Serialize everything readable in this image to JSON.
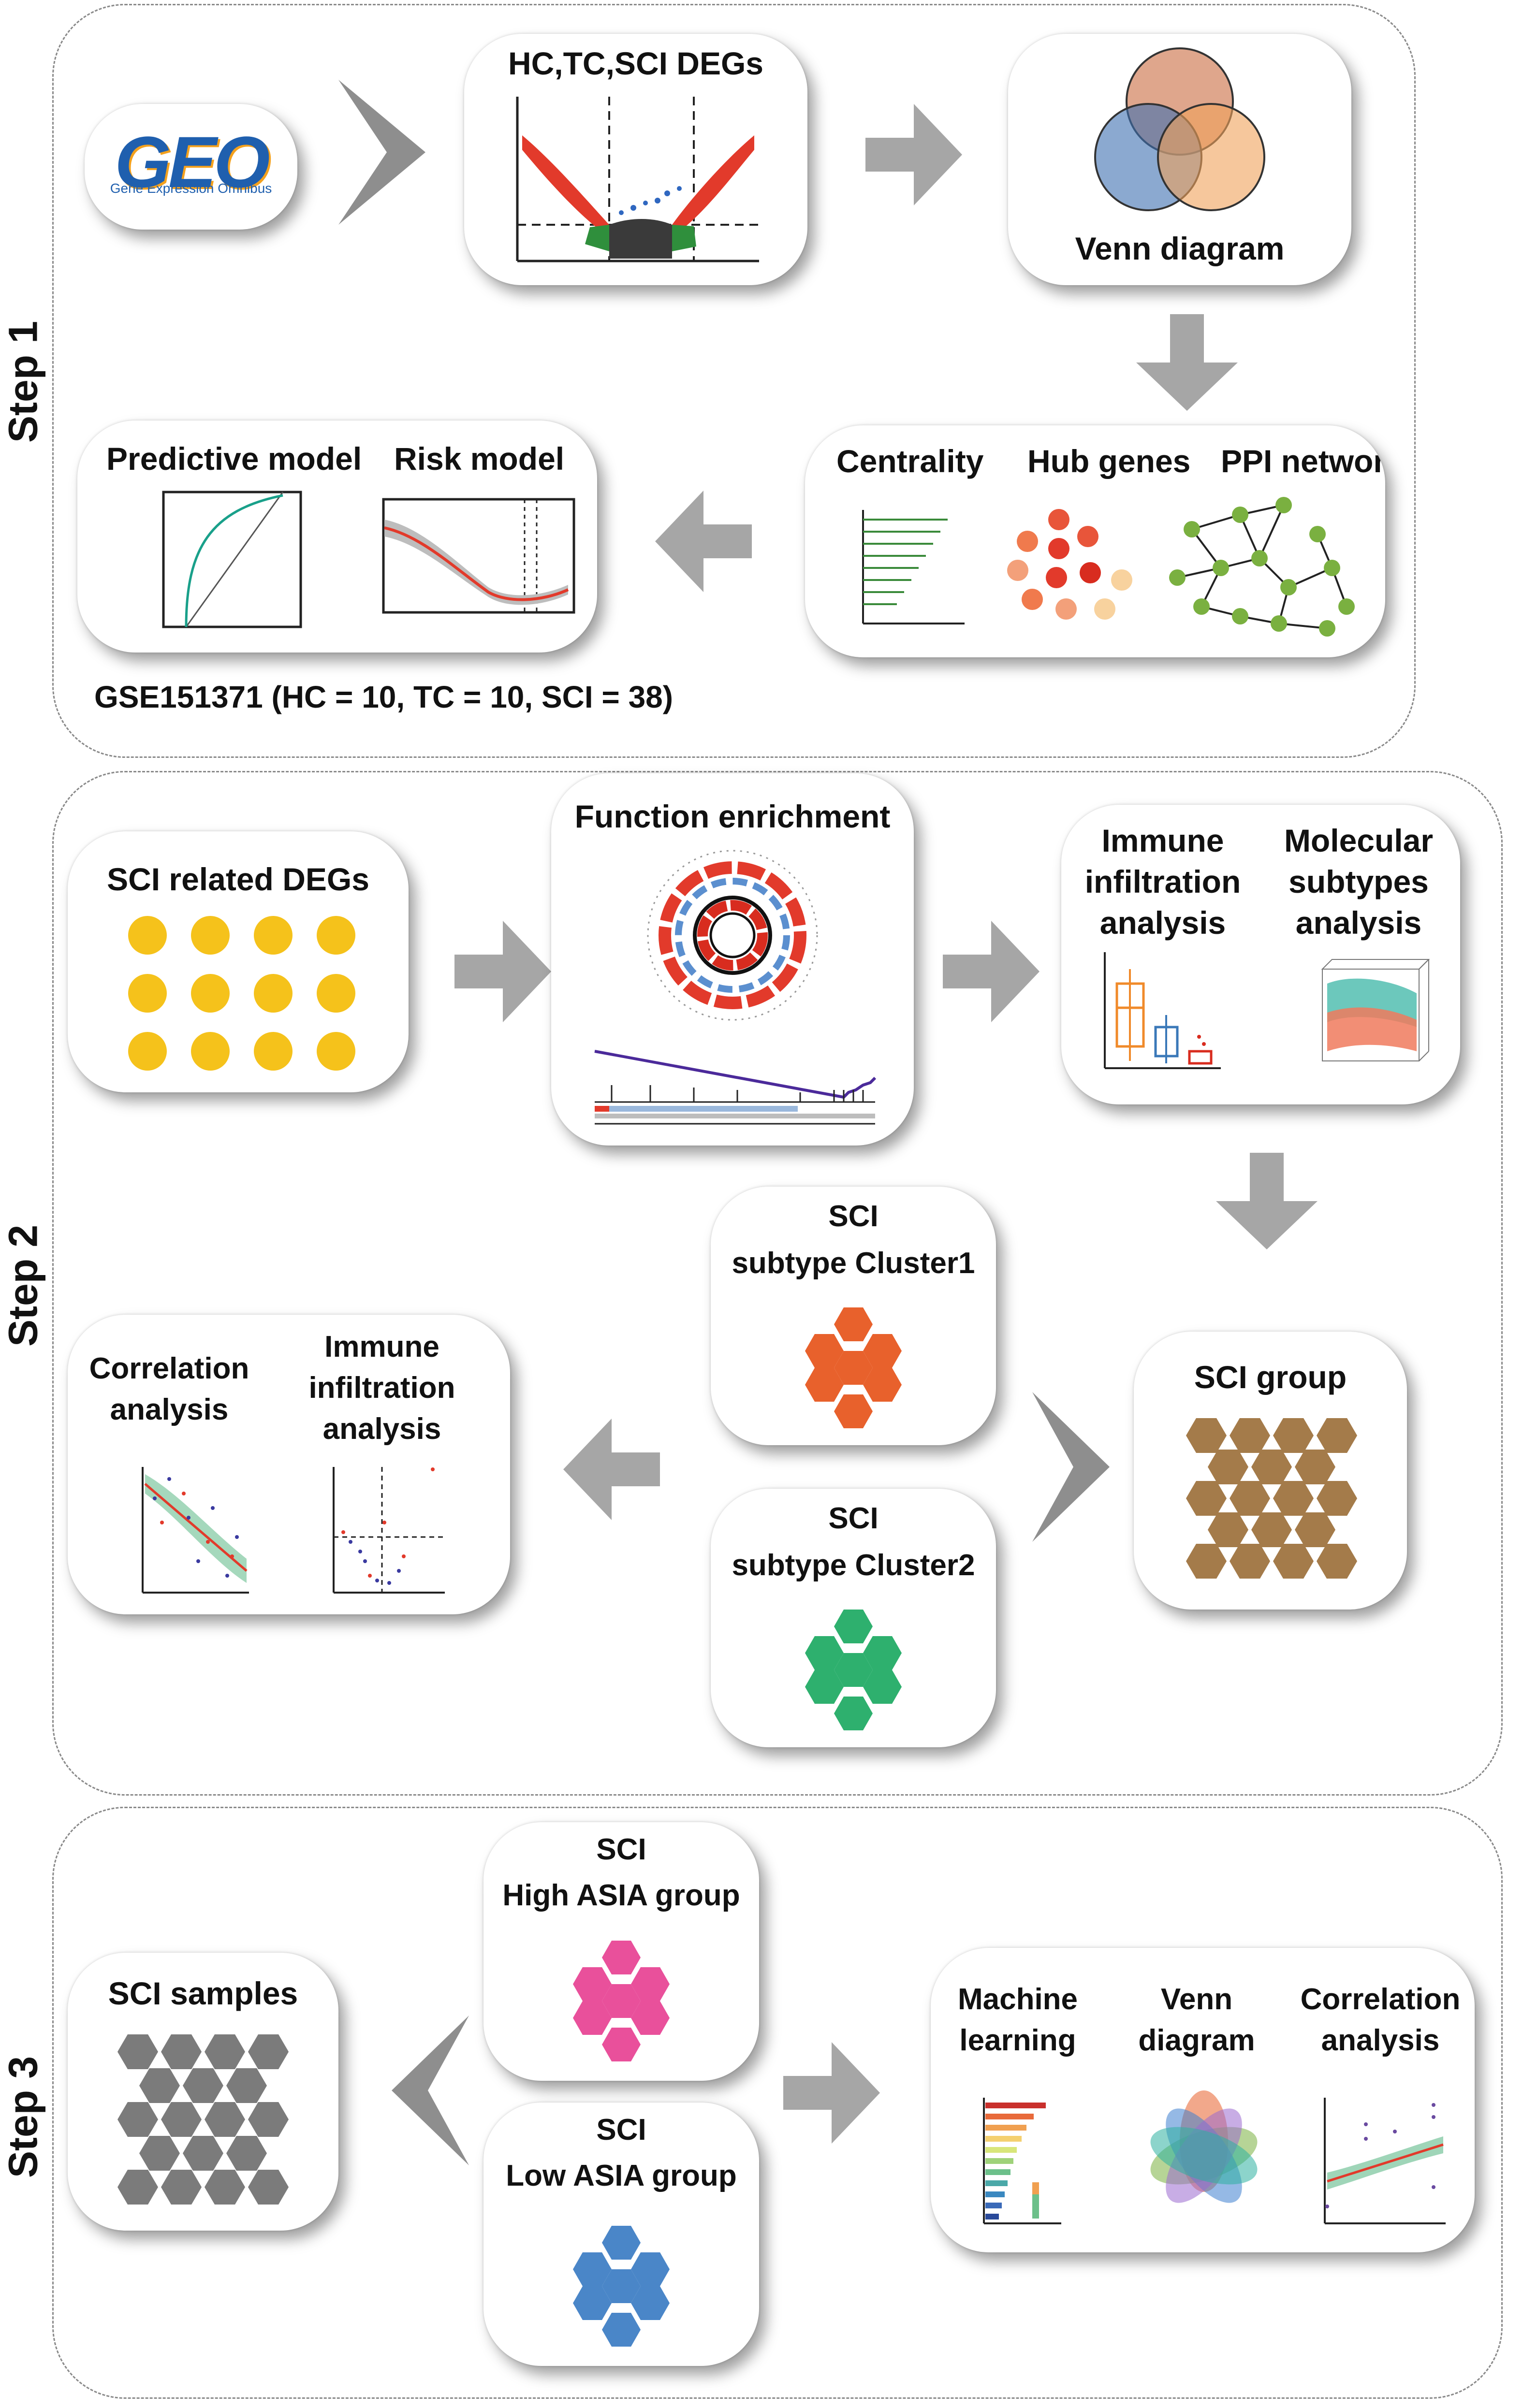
{
  "steps": [
    "Step 1",
    "Step 2",
    "Step 3"
  ],
  "step1": {
    "geo_logo": "GEO",
    "geo_subtitle": "Gene Expression Omnibus",
    "degs_title": "HC,TC,SCI DEGs",
    "venn_title": "Venn diagram",
    "centrality_title": "Centrality",
    "hub_title": "Hub genes",
    "ppi_title": "PPI network",
    "predictive_title": "Predictive model",
    "risk_title": "Risk model",
    "dataset_note": "GSE151371 (HC = 10, TC = 10, SCI = 38)"
  },
  "step2": {
    "sci_degs_title": "SCI related DEGs",
    "function_title": "Function enrichment",
    "immune_lines": [
      "Immune",
      "infiltration",
      "analysis"
    ],
    "molecular_lines": [
      "Molecular",
      "subtypes",
      "analysis"
    ],
    "cluster1_lines": [
      "SCI",
      "subtype Cluster1"
    ],
    "cluster2_lines": [
      "SCI",
      "subtype Cluster2"
    ],
    "sci_group_title": "SCI group",
    "correlation_lines": [
      "Correlation",
      "analysis"
    ],
    "immune2_lines": [
      "Immune",
      "infiltration",
      "analysis"
    ]
  },
  "step3": {
    "samples_title": "SCI samples",
    "high_lines": [
      "SCI",
      "High ASIA group"
    ],
    "low_lines": [
      "SCI",
      "Low ASIA group"
    ],
    "ml_lines": [
      "Machine",
      "learning"
    ],
    "venn_lines": [
      "Venn",
      "diagram"
    ],
    "corr_lines": [
      "Correlation",
      "analysis"
    ]
  },
  "colors": {
    "arrow": "#a6a6a6",
    "yellow_dot": "#f5c21b",
    "cluster1": "#e8612c",
    "cluster2": "#2eb06e",
    "sci_group": "#a47b4a",
    "samples": "#7b7b7b",
    "high_asia": "#e9509b",
    "low_asia": "#4a86c8"
  }
}
